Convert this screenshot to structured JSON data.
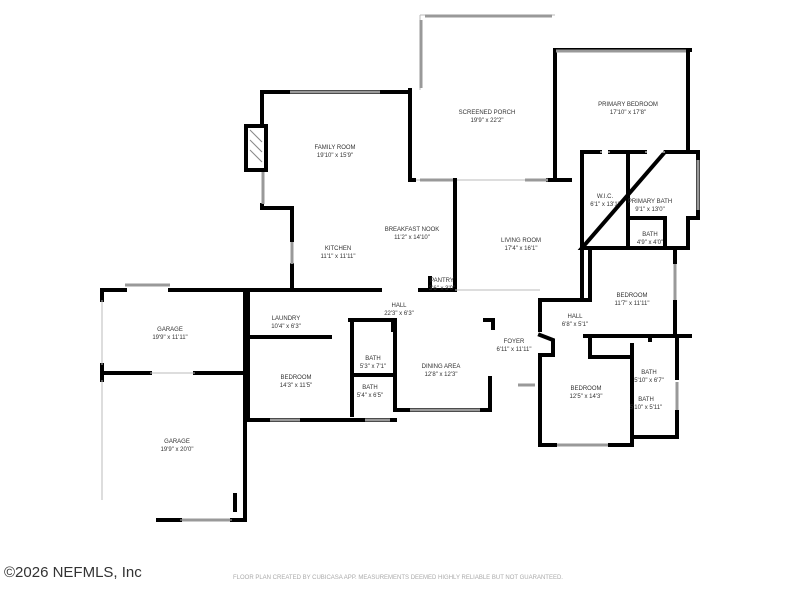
{
  "rooms": [
    {
      "name": "SCREENED PORCH",
      "size": "19'9\" x 22'2\""
    },
    {
      "name": "PRIMARY BEDROOM",
      "size": "17'10\" x 17'8\""
    },
    {
      "name": "FAMILY ROOM",
      "size": "19'10\" x 15'9\""
    },
    {
      "name": "W.I.C.",
      "size": "6'1\" x 13'1\""
    },
    {
      "name": "PRIMARY BATH",
      "size": "9'1\" x 13'0\""
    },
    {
      "name": "BATH",
      "size": "4'9\" x 4'0\""
    },
    {
      "name": "BREAKFAST NOOK",
      "size": "11'2\" x 14'10\""
    },
    {
      "name": "KITCHEN",
      "size": "11'1\" x 11'11\""
    },
    {
      "name": "LIVING ROOM",
      "size": "17'4\" x 16'1\""
    },
    {
      "name": "PANTRY",
      "size": "3'6\" x 3'0\""
    },
    {
      "name": "BEDROOM",
      "size": "11'7\" x 11'11\""
    },
    {
      "name": "HALL",
      "size": "22'3\" x 6'3\""
    },
    {
      "name": "HALL",
      "size": "6'8\" x 5'1\""
    },
    {
      "name": "GARAGE",
      "size": "19'9\" x 11'11\""
    },
    {
      "name": "LAUNDRY",
      "size": "10'4\" x 6'3\""
    },
    {
      "name": "FOYER",
      "size": "6'11\" x 11'11\""
    },
    {
      "name": "BATH",
      "size": "5'3\" x 7'1\""
    },
    {
      "name": "DINING AREA",
      "size": "12'8\" x 12'3\""
    },
    {
      "name": "BATH",
      "size": "5'10\" x 6'7\""
    },
    {
      "name": "BEDROOM",
      "size": "14'3\" x 11'5\""
    },
    {
      "name": "BATH",
      "size": "5'4\" x 6'5\""
    },
    {
      "name": "BEDROOM",
      "size": "12'5\" x 14'3\""
    },
    {
      "name": "BATH",
      "size": "5'10\" x 5'11\""
    },
    {
      "name": "GARAGE",
      "size": "19'9\" x 20'0\""
    }
  ],
  "footer": {
    "copyright": "©2026 NEFMLS, Inc",
    "disclaimer": "FLOOR PLAN CREATED BY CUBICASA APP. MEASUREMENTS DEEMED HIGHLY RELIABLE BUT NOT GUARANTEED."
  }
}
